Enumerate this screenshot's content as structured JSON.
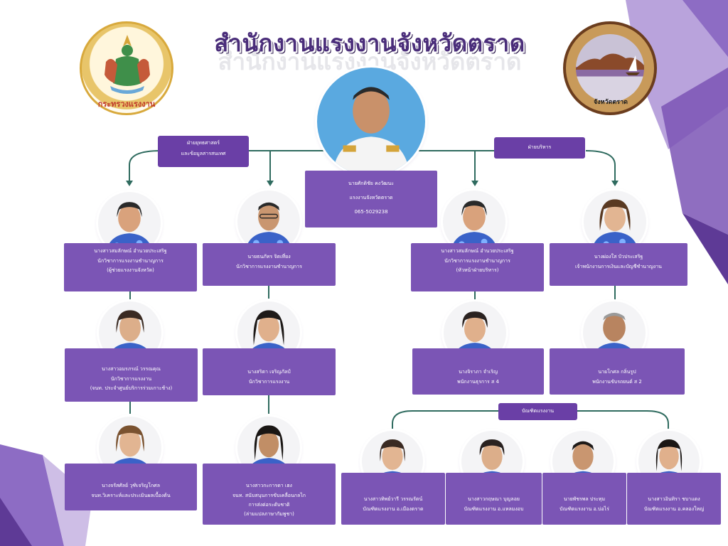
{
  "title": "สำนักงานแรงงานจังหวัดตราด",
  "logo_left_text": "กระทรวงแรงงาน",
  "logo_right_text": "จังหวัดตราด",
  "colors": {
    "box": "#7b55b5",
    "dept": "#6a3fa6",
    "line": "#2f6b5f",
    "accent_dark": "#4a2d7a"
  },
  "chief": {
    "name": "นายศักดิชัย คงวัฒนะ",
    "position": "แรงงานจังหวัดตราด",
    "phone": "065-5029238"
  },
  "departments": {
    "strategy": {
      "line1": "ฝ่ายยุทธศาสตร์",
      "line2": "และข้อมูลสารสนเทศ"
    },
    "admin": {
      "line1": "ฝ่ายบริหาร"
    },
    "graduates": {
      "line1": "บัณฑิตแรงงาน"
    }
  },
  "staff": {
    "s1": {
      "name": "นางสาวสมลักษณ์ อำนวยประเสริฐ",
      "position": "นักวิชาการแรงงานชำนาญการ",
      "note": "(ผู้ช่วยแรงงานจังหวัด)"
    },
    "s2": {
      "name": "นายธนภัทร จิตเที่ยง",
      "position": "นักวิชาการแรงงานชำนาญการ"
    },
    "s3": {
      "name": "นางสาวอมรภรณ์ วรรณคุณ",
      "position": "นักวิชาการแรงงาน",
      "note": "(จนท. ประจำศูนย์บริการร่วมเกาะช้าง)"
    },
    "s4": {
      "name": "นางสริตา เจริญภัลป์",
      "position": "นักวิชาการแรงงาน"
    },
    "s5": {
      "name": "นางจรัสศัลย์ วุฑิเจริญโกศล",
      "position": "จนท.วิเคราะห์และประเมินผลเบื้องต้น"
    },
    "s6": {
      "name": "นางสาวกะการดา เฮง",
      "position": "จนท. สนับสนุนการขับเคลื่อนกลไก",
      "note": "การส่งต่อระดับชาติ",
      "note2": "(ล่ามแปลภาษากัมพูชา)"
    },
    "a1": {
      "name": "นางสาวสมลักษณ์ อำนวยประเสริฐ",
      "position": "นักวิชาการแรงงานชำนาญการ",
      "note": "(หัวหน้าฝ่ายบริหาร)"
    },
    "a2": {
      "name": "นางผ่องใส บัวประเสริฐ",
      "position": "เจ้าพนักงานการเงินและบัญชีชำนาญงาน"
    },
    "a3": {
      "name": "นางจิราภา จำเริญ",
      "position": "พนักงานธุรการ ส 4"
    },
    "a4": {
      "name": "นายโกศล กลิ่นรูป",
      "position": "พนักงานขับรถยนต์ ส 2"
    },
    "g1": {
      "name": "นางสาวทิพย์วารี วรรณรัตน์",
      "position": "บัณฑิตแรงงาน อ.เมืองตราด"
    },
    "g2": {
      "name": "นางสาวกฤษณา บุญลอย",
      "position": "บัณฑิตแรงงาน อ.แหลมงอบ"
    },
    "g3": {
      "name": "นายพัชรพล ประทุม",
      "position": "บัณฑิตแรงงาน อ.บ่อไร่"
    },
    "g4": {
      "name": "นางสาวอินทิรา ชบาแดง",
      "position": "บัณฑิตแรงงาน อ.คลองใหญ่"
    }
  }
}
